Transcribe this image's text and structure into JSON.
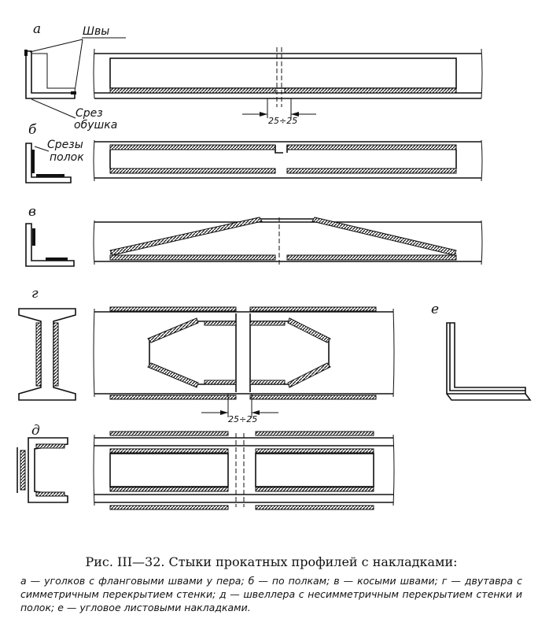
{
  "labels": {
    "a": "а",
    "b": "б",
    "v": "в",
    "g": "г",
    "d": "д",
    "e": "е"
  },
  "notes": {
    "welds": "Швы",
    "butt_cut_1": "Срез",
    "butt_cut_2": "обушка",
    "flange_cuts_1": "Срезы",
    "flange_cuts_2": "полок"
  },
  "dimensions": {
    "gap_a": "25÷25",
    "gap_g": "25÷25"
  },
  "caption": {
    "title": "Рис. III—32. Стыки прокатных профилей с накладками:",
    "text": "а — уголков с фланговыми швами у пера; б — по полкам; в — косыми швами; г — двутавра с симметричным перекрытием стенки; д — швеллера с несимметричным перекрытием стенки и полок; е — угловое листовыми накладками."
  }
}
